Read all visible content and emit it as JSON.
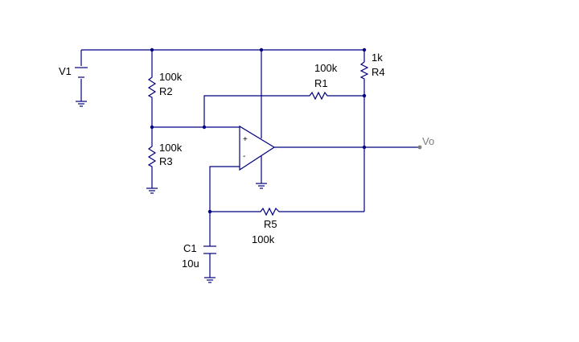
{
  "components": {
    "v1": {
      "ref": "V1"
    },
    "r1": {
      "ref": "R1",
      "value": "100k"
    },
    "r2": {
      "ref": "R2",
      "value": "100k"
    },
    "r3": {
      "ref": "R3",
      "value": "100k"
    },
    "r4": {
      "ref": "R4",
      "value": "1k"
    },
    "r5": {
      "ref": "R5",
      "value": "100k"
    },
    "c1": {
      "ref": "C1",
      "value": "10u"
    }
  },
  "opamp": {
    "plus": "+",
    "minus": "-"
  },
  "output": {
    "label": "Vo"
  },
  "colors": {
    "wire": "#000080",
    "text": "#000000",
    "output_label": "#808080"
  }
}
